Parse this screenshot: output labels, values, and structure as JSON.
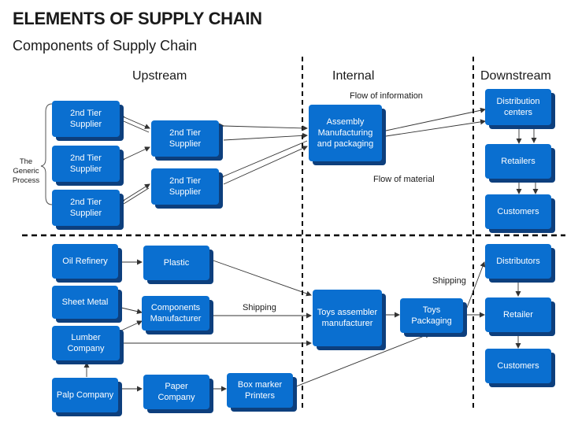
{
  "header": {
    "title": "ELEMENTS OF SUPPLY CHAIN",
    "subtitle": "Components of Supply Chain"
  },
  "sections": {
    "upstream": "Upstream",
    "internal": "Internal",
    "downstream": "Downstream"
  },
  "notes": {
    "flow_information": "Flow of information",
    "flow_material": "Flow of material",
    "shipping_1": "Shipping",
    "shipping_2": "Shipping"
  },
  "generic_process": "The Generic Process",
  "generic": {
    "tier2_a": "2nd Tier Supplier",
    "tier2_b": "2nd Tier Supplier",
    "tier2_c": "2nd Tier Supplier",
    "tier1_a": "2nd Tier Supplier",
    "tier1_b": "2nd Tier Supplier",
    "assembly": "Assembly Manufacturing and packaging",
    "distribution": "Distribution centers",
    "retailers": "Retailers",
    "customers": "Customers"
  },
  "toys": {
    "oil_refinery": "Oil Refinery",
    "sheet_metal": "Sheet Metal",
    "lumber": "Lumber Company",
    "palp": "Palp Company",
    "plastic": "Plastic",
    "components": "Components Manufacturer",
    "paper": "Paper Company",
    "box_marker": "Box marker Printers",
    "toys_assembler": "Toys assembler manufacturer",
    "toys_packaging": "Toys Packaging",
    "distributors": "Distributors",
    "retailer": "Retailer",
    "customers": "Customers"
  },
  "colors": {
    "box_fill": "#0a6fd0",
    "box_shadow": "#0d3f7d",
    "arrow": "#333333"
  }
}
